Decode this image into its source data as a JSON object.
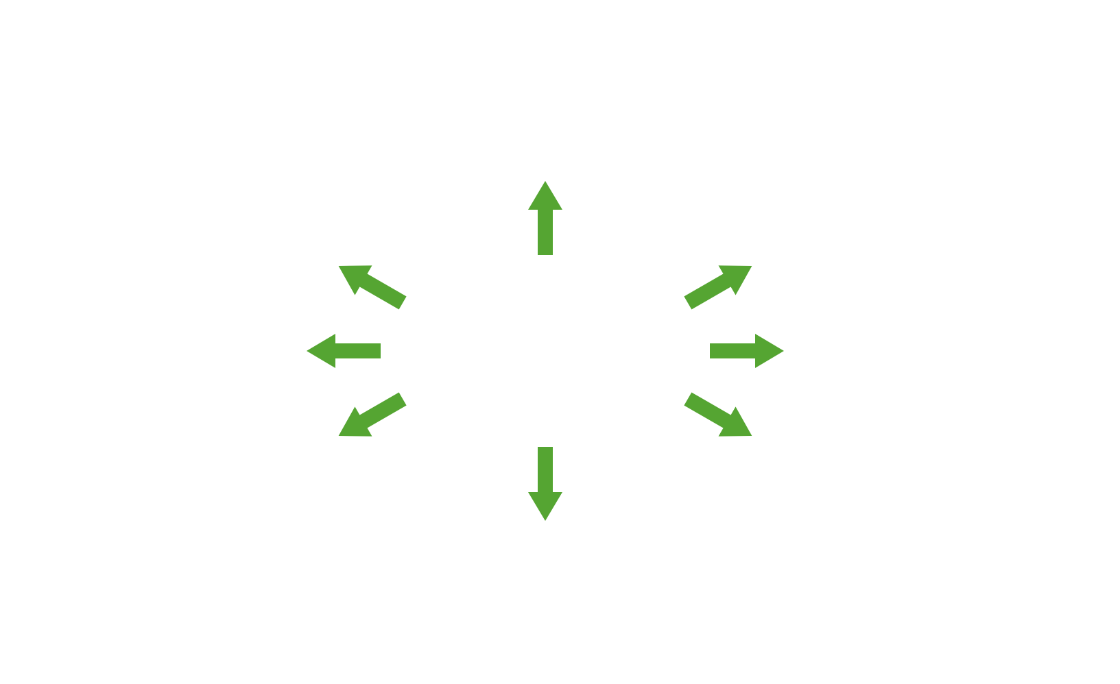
{
  "diagram": {
    "type": "radial-arrows",
    "arrow_color": "#55a532",
    "background": "#ffffff",
    "arrows": [
      {
        "name": "arrow-up-icon",
        "direction": "up",
        "angle_deg": 90
      },
      {
        "name": "arrow-up-right-icon",
        "direction": "up-right",
        "angle_deg": 30
      },
      {
        "name": "arrow-right-icon",
        "direction": "right",
        "angle_deg": 0
      },
      {
        "name": "arrow-down-right-icon",
        "direction": "down-right",
        "angle_deg": -30
      },
      {
        "name": "arrow-down-icon",
        "direction": "down",
        "angle_deg": -90
      },
      {
        "name": "arrow-down-left-icon",
        "direction": "down-left",
        "angle_deg": -150
      },
      {
        "name": "arrow-left-icon",
        "direction": "left",
        "angle_deg": 180
      },
      {
        "name": "arrow-up-left-icon",
        "direction": "up-left",
        "angle_deg": 150
      }
    ]
  }
}
